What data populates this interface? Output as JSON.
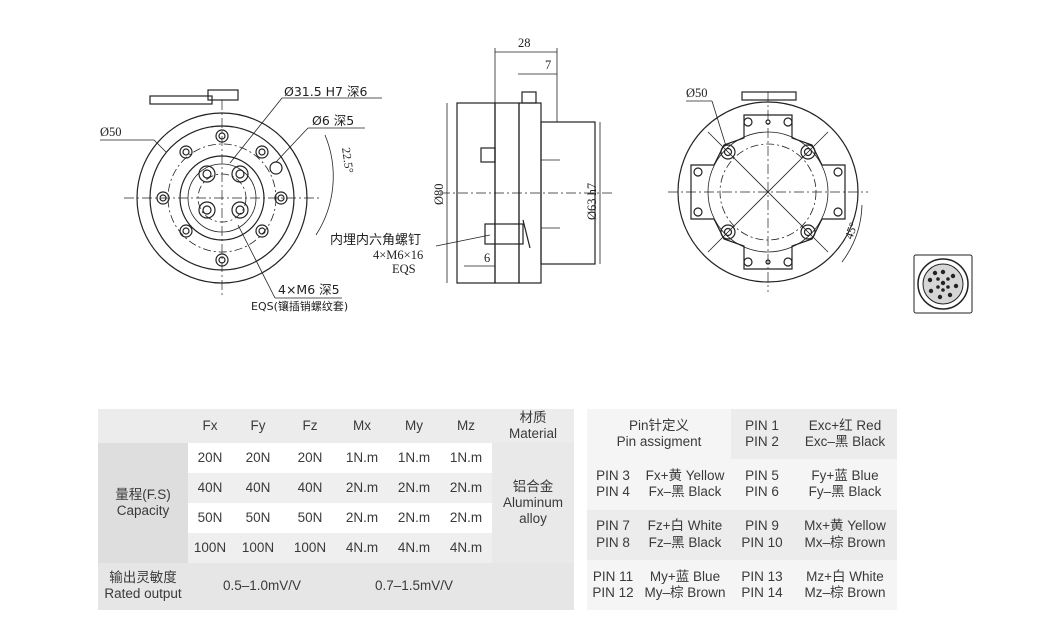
{
  "drawing": {
    "front_view": {
      "dim_bore": "Ø31.5 H7 深6",
      "dim_hole": "Ø6 深5",
      "dim_pcd": "Ø50",
      "dim_angle": "22.5°",
      "dim_threads": "4×M6 深5",
      "dim_insert": "EQS(镶插销螺纹套)"
    },
    "side_view": {
      "dim_width": "28",
      "dim_step": "7",
      "dim_outer_dia": "Ø80",
      "dim_pilot": "Ø63 h7",
      "dim_depth": "6",
      "screw_label_1": "内埋内六角螺钉",
      "screw_label_2": "4×M6×16",
      "screw_label_3": "EQS"
    },
    "back_view": {
      "dim_pcd": "Ø50",
      "dim_angle": "45°"
    }
  },
  "spec_table": {
    "headers": [
      "Fx",
      "Fy",
      "Fz",
      "Mx",
      "My",
      "Mz"
    ],
    "material_header_cn": "材质",
    "material_header_en": "Material",
    "capacity_label_cn": "量程(F.S)",
    "capacity_label_en": "Capacity",
    "rows": [
      [
        "20N",
        "20N",
        "20N",
        "1N.m",
        "1N.m",
        "1N.m"
      ],
      [
        "40N",
        "40N",
        "40N",
        "2N.m",
        "2N.m",
        "2N.m"
      ],
      [
        "50N",
        "50N",
        "50N",
        "2N.m",
        "2N.m",
        "2N.m"
      ],
      [
        "100N",
        "100N",
        "100N",
        "4N.m",
        "4N.m",
        "4N.m"
      ]
    ],
    "material_cn": "铝合金",
    "material_en_1": "Aluminum",
    "material_en_2": "alloy",
    "output_label_cn": "输出灵敏度",
    "output_label_en": "Rated output",
    "output_force": "0.5–1.0mV/V",
    "output_moment": "0.7–1.5mV/V"
  },
  "pin_table": {
    "header_cn": "Pin针定义",
    "header_en": "Pin assigment",
    "pins": [
      [
        "PIN 1",
        "PIN 2"
      ],
      [
        "Exc+红 Red",
        "Exc–黑 Black"
      ],
      [
        "PIN 3",
        "PIN 4"
      ],
      [
        "Fx+黄 Yellow",
        "Fx–黑 Black"
      ],
      [
        "PIN 5",
        "PIN 6"
      ],
      [
        "Fy+蓝 Blue",
        "Fy–黑 Black"
      ],
      [
        "PIN 7",
        "PIN 8"
      ],
      [
        "Fz+白 White",
        "Fz–黑 Black"
      ],
      [
        "PIN 9",
        "PIN 10"
      ],
      [
        "Mx+黄 Yellow",
        "Mx–棕 Brown"
      ],
      [
        "PIN 11",
        "PIN 12"
      ],
      [
        "My+蓝 Blue",
        "My–棕 Brown"
      ],
      [
        "PIN 13",
        "PIN 14"
      ],
      [
        "Mz+白 White",
        "Mz–棕 Brown"
      ]
    ]
  }
}
